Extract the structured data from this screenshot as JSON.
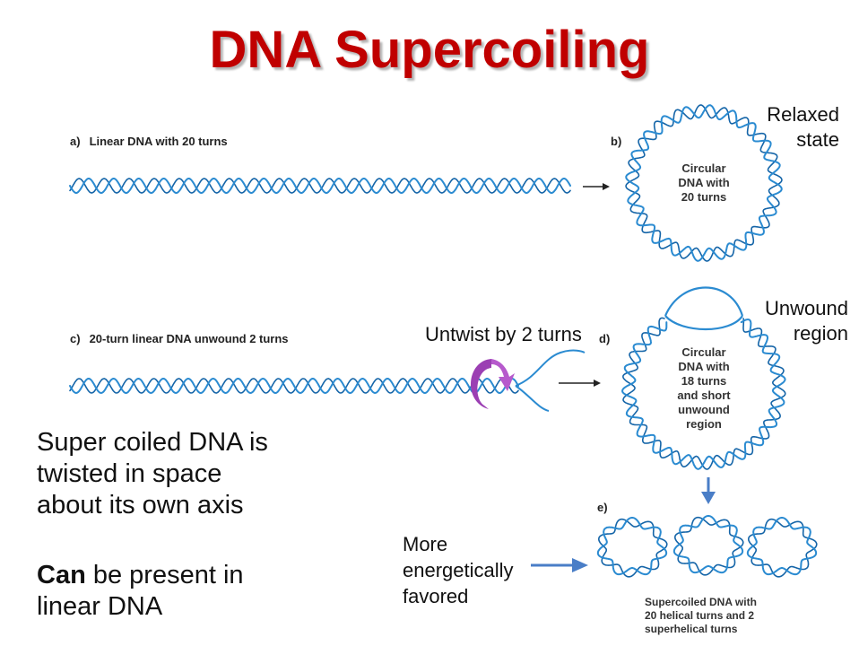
{
  "title": "DNA Supercoiling",
  "panel_a": {
    "letter": "a)",
    "label": "Linear DNA with 20 turns"
  },
  "panel_b": {
    "letter": "b)",
    "center": [
      "Circular",
      "DNA with",
      "20 turns"
    ],
    "side_note": [
      "Relaxed",
      "state"
    ]
  },
  "panel_c": {
    "letter": "c)",
    "label": "20-turn linear DNA unwound 2 turns",
    "untwist": "Untwist by 2 turns"
  },
  "panel_d": {
    "letter": "d)",
    "center": [
      "Circular",
      "DNA with",
      "18 turns",
      "and short",
      "unwound",
      "region"
    ],
    "side_note": [
      "Unwound",
      "region"
    ]
  },
  "panel_e": {
    "letter": "e)",
    "caption": [
      "Supercoiled DNA with",
      "20 helical turns and 2",
      "superhelical turns"
    ],
    "arrow_note": [
      "More",
      "energetically",
      "favored"
    ]
  },
  "left_text": {
    "line1": "Super coiled DNA is",
    "line2": "twisted in space",
    "line3": "about its own axis",
    "can_bold": "Can",
    "can_rest": " be present in",
    "line5": "linear DNA"
  },
  "colors": {
    "title": "#c00000",
    "dna": "#2b8bd1",
    "dna_dark": "#1565a8",
    "arrow_blue": "#4a7ec7",
    "twist_purple": "#a040b8"
  }
}
